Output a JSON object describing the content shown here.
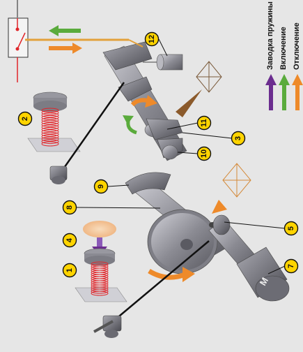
{
  "legend": {
    "items": [
      {
        "label": "Заводка пружины",
        "color": "#6b2d8f"
      },
      {
        "label": "Включение",
        "color": "#5aab3c"
      },
      {
        "label": "Отключение",
        "color": "#ee8a2a"
      }
    ]
  },
  "callouts": [
    "1",
    "2",
    "3",
    "4",
    "5",
    "7",
    "8",
    "9",
    "10",
    "11",
    "12"
  ],
  "motor_label": "M",
  "colors": {
    "background": "#e6e6e6",
    "badge_fill": "#ffd400",
    "spring": "#e0252a",
    "signal_line": "#e0252a",
    "shaft": "#8a8a92",
    "open_arrow": "#ee8a2a",
    "close_arrow": "#5aab3c",
    "charge_arrow": "#6b2d8f",
    "latch_fill": "#f3c89a"
  }
}
